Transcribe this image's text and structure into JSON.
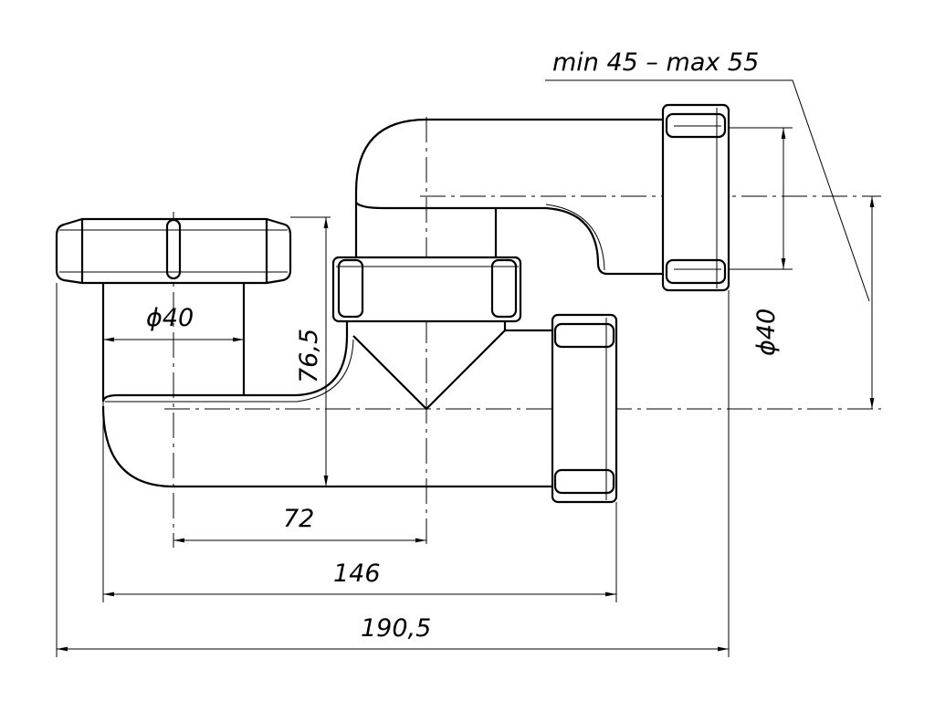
{
  "dimensions": {
    "diameter_left": "ϕ40",
    "diameter_right": "ϕ40",
    "height": "76,5",
    "center_offset": "72",
    "outlet_length": "146",
    "overall_length": "190,5",
    "adjustment_range": "min 45 – max 55"
  }
}
